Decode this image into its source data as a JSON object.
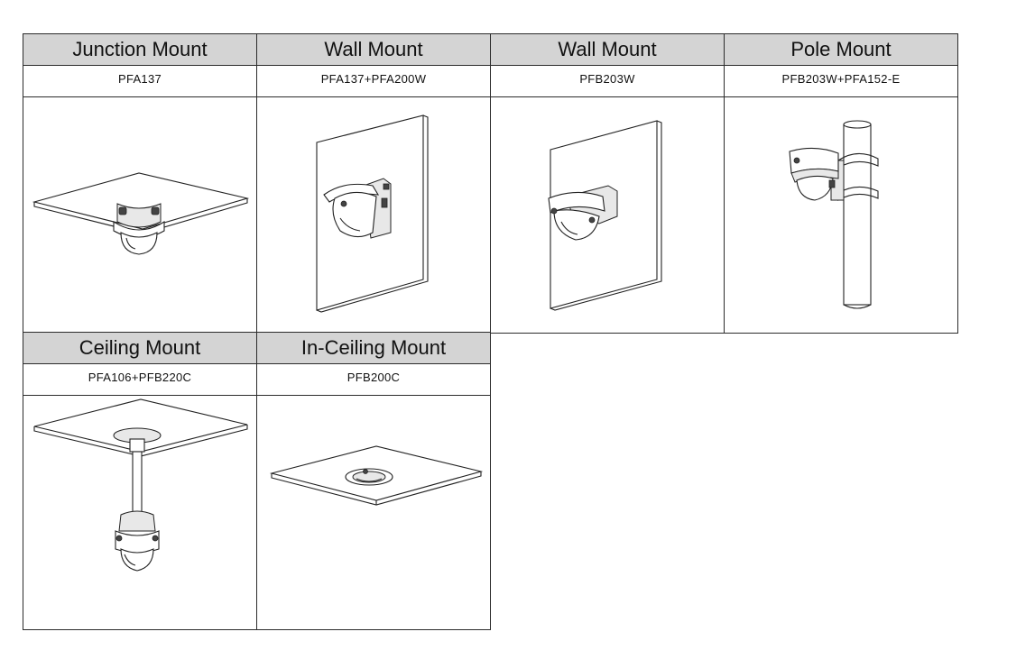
{
  "mounts": [
    {
      "title": "Junction Mount",
      "model": "PFA137",
      "icon": "junction-mount-illustration"
    },
    {
      "title": "Wall Mount",
      "model": "PFA137+PFA200W",
      "icon": "wall-mount-junction-illustration"
    },
    {
      "title": "Wall Mount",
      "model": "PFB203W",
      "icon": "wall-mount-illustration"
    },
    {
      "title": "Pole Mount",
      "model": "PFB203W+PFA152-E",
      "icon": "pole-mount-illustration"
    },
    {
      "title": "Ceiling Mount",
      "model": "PFA106+PFB220C",
      "icon": "ceiling-mount-illustration"
    },
    {
      "title": "In-Ceiling Mount",
      "model": "PFB200C",
      "icon": "in-ceiling-mount-illustration"
    }
  ],
  "colors": {
    "header_bg": "#d4d4d4",
    "border": "#2b2b2b",
    "line_art": "#222222"
  }
}
